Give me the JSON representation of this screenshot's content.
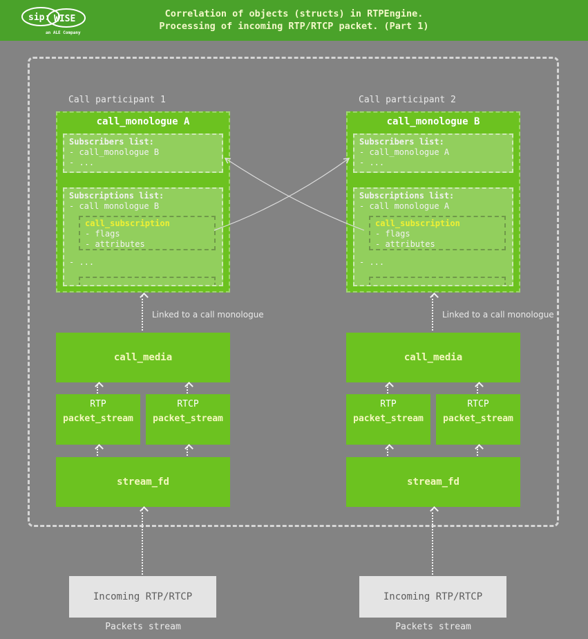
{
  "header": {
    "line1": "Correlation of objects (structs) in RTPEngine.",
    "line2": "Processing of incoming RTP/RTCP packet. (Part 1)",
    "logo": {
      "part1": "sip:",
      "part2": "WISE",
      "tagline": "an ALE Company"
    }
  },
  "colors": {
    "header_green": "#4aa22a",
    "box_green": "#6cc220",
    "inner_green": "#92cf5d",
    "highlight_yellow": "#eef034",
    "background_gray": "#838383",
    "incoming_gray": "#e4e4e4"
  },
  "participants": [
    {
      "label": "Call participant 1",
      "monologue": {
        "title": "call_monologue A",
        "subscribers": {
          "title": "Subscribers list:",
          "items": [
            "- call_monologue B",
            "- ..."
          ]
        },
        "subscriptions": {
          "title": "Subscriptions list:",
          "item": "- call monologue B",
          "subscription": {
            "title": "call_subscription",
            "items": [
              "- flags",
              "- attributes"
            ]
          },
          "more": "- ..."
        }
      },
      "linked_label": "Linked to a call monologue",
      "call_media": "call_media",
      "streams": [
        {
          "protocol": "RTP",
          "name": "packet_stream"
        },
        {
          "protocol": "RTCP",
          "name": "packet_stream"
        }
      ],
      "stream_fd": "stream_fd",
      "incoming": "Incoming RTP/RTCP",
      "packets_label": "Packets stream"
    },
    {
      "label": "Call participant 2",
      "monologue": {
        "title": "call_monologue B",
        "subscribers": {
          "title": "Subscribers list:",
          "items": [
            "- call_monologue A",
            "- ..."
          ]
        },
        "subscriptions": {
          "title": "Subscriptions list:",
          "item": "- call monologue A",
          "subscription": {
            "title": "call_subscription",
            "items": [
              "- flags",
              "- attributes"
            ]
          },
          "more": "- ..."
        }
      },
      "linked_label": "Linked to a call monologue",
      "call_media": "call_media",
      "streams": [
        {
          "protocol": "RTP",
          "name": "packet_stream"
        },
        {
          "protocol": "RTCP",
          "name": "packet_stream"
        }
      ],
      "stream_fd": "stream_fd",
      "incoming": "Incoming RTP/RTCP",
      "packets_label": "Packets stream"
    }
  ]
}
